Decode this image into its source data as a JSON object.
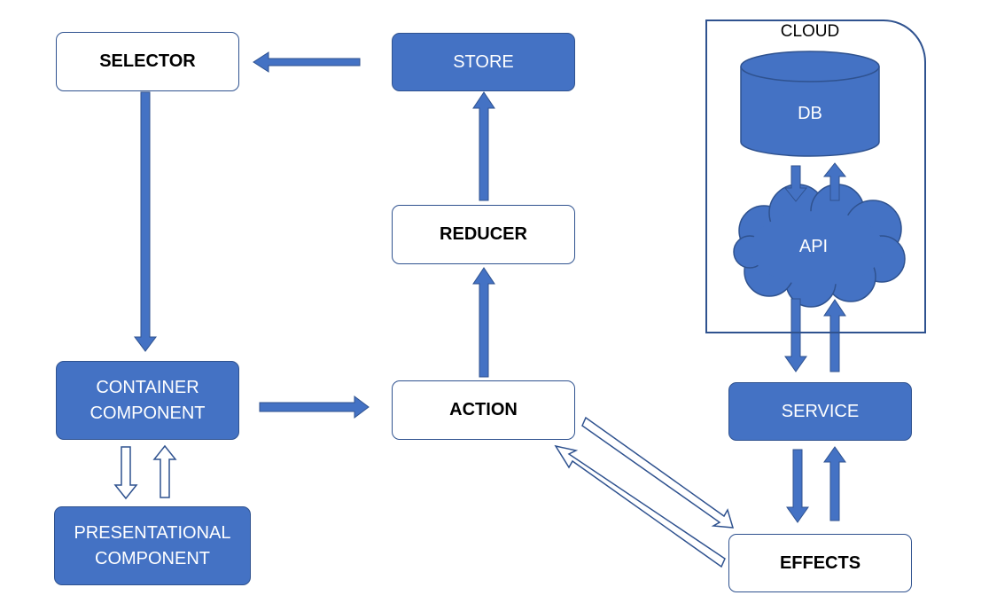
{
  "nodes": {
    "selector": "SELECTOR",
    "store": "STORE",
    "reducer": "REDUCER",
    "action": "ACTION",
    "container": [
      "CONTAINER",
      "COMPONENT"
    ],
    "presentational": [
      "PRESENTATIONAL",
      "COMPONENT"
    ],
    "service": "SERVICE",
    "effects": "EFFECTS",
    "db": "DB",
    "api": "API"
  },
  "cloud": {
    "title": "CLOUD"
  },
  "colors": {
    "fill": "#4472c4",
    "stroke": "#2f528f",
    "text_on_fill": "#ffffff",
    "text_dark": "#000000"
  }
}
